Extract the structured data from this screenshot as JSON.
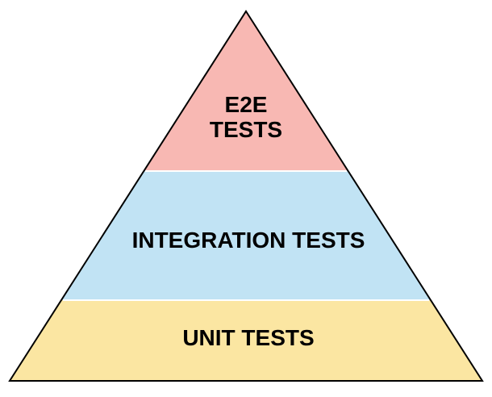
{
  "diagram": {
    "type": "test-pyramid",
    "outline_color": "#000000",
    "divider_color": "#ffffff",
    "layers": [
      {
        "id": "e2e",
        "lines": [
          "E2E",
          "TESTS"
        ],
        "fill": "#f8b8b3"
      },
      {
        "id": "integration",
        "lines": [
          "INTEGRATION TESTS"
        ],
        "fill": "#c1e3f4"
      },
      {
        "id": "unit",
        "lines": [
          "UNIT TESTS"
        ],
        "fill": "#fbe6a2"
      }
    ]
  }
}
